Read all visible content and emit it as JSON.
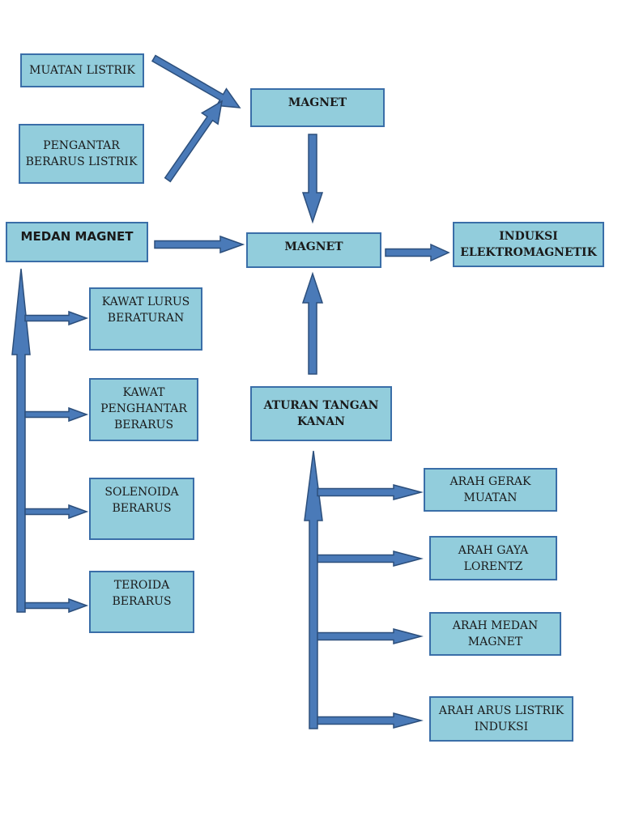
{
  "nodes": {
    "muatan_listrik": "MUATAN LISTRIK",
    "pengantar": "PENGANTAR\nBERARUS LISTRIK",
    "magnet_top": "MAGNET",
    "medan_magnet": "MEDAN  MAGNET",
    "magnet_center": "MAGNET",
    "induksi": "INDUKSI\nELEKTROMAGNETIK",
    "kawat_lurus": "KAWAT LURUS\nBERATURAN",
    "kawat_penghantar": "KAWAT\nPENGHANTAR\nBERARUS",
    "solenoida": "SOLENOIDA\nBERARUS",
    "teroida": "TEROIDA\nBERARUS",
    "aturan_tangan": "ATURAN TANGAN\nKANAN",
    "arah_gerak": "ARAH GERAK\nMUATAN",
    "arah_gaya": "ARAH GAYA\nLORENTZ",
    "arah_medan": "ARAH MEDAN\nMAGNET",
    "arah_arus": "ARAH ARUS LISTRIK\nINDUKSI"
  },
  "colors": {
    "box_fill": "#92cddc",
    "box_border": "#3a6ea8",
    "arrow_fill": "#4a7ab8",
    "arrow_stroke": "#2c4f7c"
  }
}
